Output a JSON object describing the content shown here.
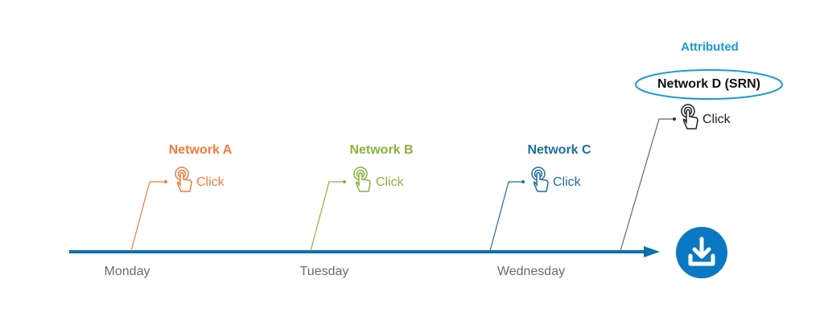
{
  "colors": {
    "timeline": "#0b6fb0",
    "network_a": "#f07d3c",
    "network_b": "#8bb33a",
    "network_c": "#1f6da0",
    "network_d": "#222222",
    "attributed": "#1a9ad6",
    "download_button": "#0a78c2"
  },
  "touchpoints": [
    {
      "network": "Network A",
      "action": "Click",
      "day": "Monday"
    },
    {
      "network": "Network B",
      "action": "Click",
      "day": "Tuesday"
    },
    {
      "network": "Network C",
      "action": "Click",
      "day": "Wednesday"
    },
    {
      "network": "Network D (SRN)",
      "action": "Click",
      "day": ""
    }
  ],
  "attributed_label": "Attributed",
  "icons": {
    "touch": "hand-pointer-touch-icon",
    "download": "download-icon"
  }
}
